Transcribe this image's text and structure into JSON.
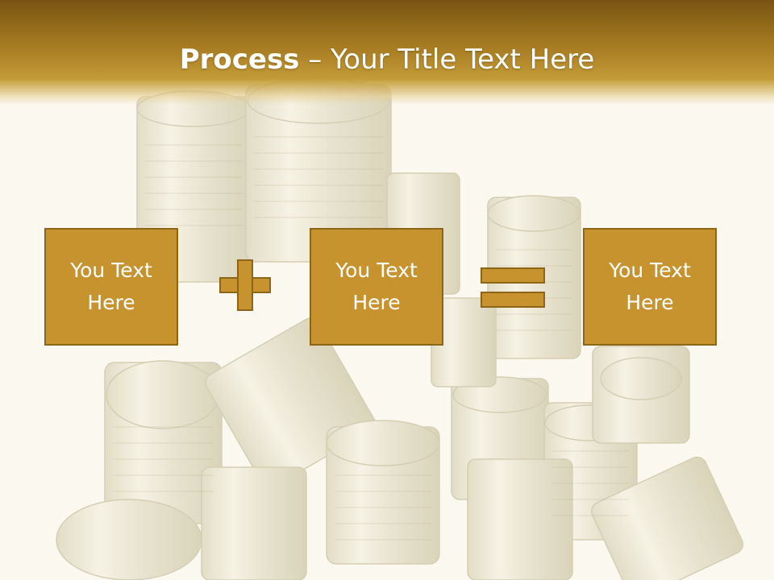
{
  "slide": {
    "title_bold": "Process",
    "title_rest": " – Your Title Text Here",
    "boxes": [
      {
        "label": "You Text Here"
      },
      {
        "label": "You Text Here"
      },
      {
        "label": "You Text Here"
      }
    ],
    "operators": [
      "plus-icon",
      "equals-icon"
    ],
    "background": "stacked-tin-cans-photo"
  },
  "colors": {
    "header": "#a77c22",
    "box_fill": "#c6932e",
    "box_border": "#8c6516",
    "text": "#ffffff"
  }
}
